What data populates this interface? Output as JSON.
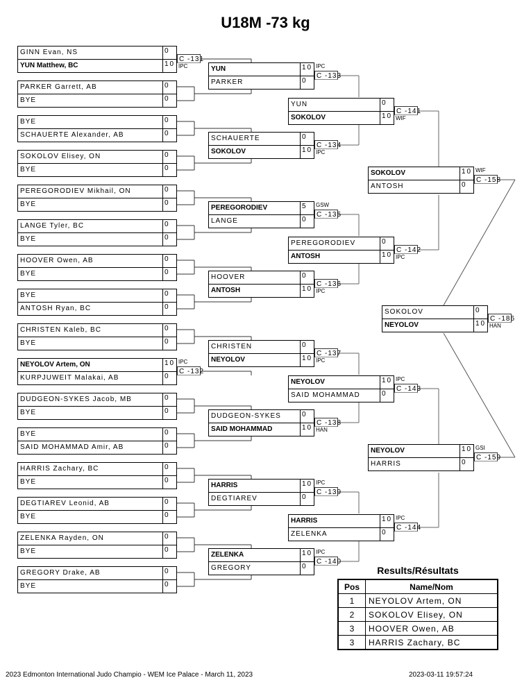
{
  "title": "U18M -73 kg",
  "round1": [
    {
      "top": {
        "name": "GINN Evan, NS",
        "score": "0",
        "winner": false
      },
      "bottom": {
        "name": "YUN Matthew, BC",
        "score": "10",
        "winner": true
      },
      "contest": "C -131",
      "code": "IPC"
    },
    {
      "top": {
        "name": "PARKER Garrett, AB",
        "score": "0",
        "winner": false
      },
      "bottom": {
        "name": "BYE",
        "score": "0",
        "winner": false
      }
    },
    {
      "top": {
        "name": "BYE",
        "score": "0",
        "winner": false
      },
      "bottom": {
        "name": "SCHAUERTE Alexander, AB",
        "score": "0",
        "winner": false
      }
    },
    {
      "top": {
        "name": "SOKOLOV Elisey, ON",
        "score": "0",
        "winner": false
      },
      "bottom": {
        "name": "BYE",
        "score": "0",
        "winner": false
      }
    },
    {
      "top": {
        "name": "PEREGORODIEV Mikhail, ON",
        "score": "0",
        "winner": false
      },
      "bottom": {
        "name": "BYE",
        "score": "0",
        "winner": false
      }
    },
    {
      "top": {
        "name": "LANGE Tyler, BC",
        "score": "0",
        "winner": false
      },
      "bottom": {
        "name": "BYE",
        "score": "0",
        "winner": false
      }
    },
    {
      "top": {
        "name": "HOOVER Owen, AB",
        "score": "0",
        "winner": false
      },
      "bottom": {
        "name": "BYE",
        "score": "0",
        "winner": false
      }
    },
    {
      "top": {
        "name": "BYE",
        "score": "0",
        "winner": false
      },
      "bottom": {
        "name": "ANTOSH Ryan, BC",
        "score": "0",
        "winner": false
      }
    },
    {
      "top": {
        "name": "CHRISTEN Kaleb, BC",
        "score": "0",
        "winner": false
      },
      "bottom": {
        "name": "BYE",
        "score": "0",
        "winner": false
      }
    },
    {
      "top": {
        "name": "NEYOLOV Artem, ON",
        "score": "10",
        "winner": true
      },
      "bottom": {
        "name": "KURPJUWEIT Malakai, AB",
        "score": "0",
        "winner": false
      },
      "contest": "C -132",
      "code": "IPC"
    },
    {
      "top": {
        "name": "DUDGEON-SYKES Jacob, MB",
        "score": "0",
        "winner": false
      },
      "bottom": {
        "name": "BYE",
        "score": "0",
        "winner": false
      }
    },
    {
      "top": {
        "name": "BYE",
        "score": "0",
        "winner": false
      },
      "bottom": {
        "name": "SAID MOHAMMAD Amir, AB",
        "score": "0",
        "winner": false
      }
    },
    {
      "top": {
        "name": "HARRIS Zachary, BC",
        "score": "0",
        "winner": false
      },
      "bottom": {
        "name": "BYE",
        "score": "0",
        "winner": false
      }
    },
    {
      "top": {
        "name": "DEGTIAREV Leonid, AB",
        "score": "0",
        "winner": false
      },
      "bottom": {
        "name": "BYE",
        "score": "0",
        "winner": false
      }
    },
    {
      "top": {
        "name": "ZELENKA Rayden, ON",
        "score": "0",
        "winner": false
      },
      "bottom": {
        "name": "BYE",
        "score": "0",
        "winner": false
      }
    },
    {
      "top": {
        "name": "GREGORY Drake, AB",
        "score": "0",
        "winner": false
      },
      "bottom": {
        "name": "BYE",
        "score": "0",
        "winner": false
      }
    }
  ],
  "round2": [
    {
      "top": {
        "name": "YUN",
        "score": "10",
        "winner": true
      },
      "bottom": {
        "name": "PARKER",
        "score": "0",
        "winner": false
      },
      "contest": "C -133",
      "code": "IPC"
    },
    {
      "top": {
        "name": "SCHAUERTE",
        "score": "0",
        "winner": false
      },
      "bottom": {
        "name": "SOKOLOV",
        "score": "10",
        "winner": true
      },
      "contest": "C -134",
      "code": "IPC"
    },
    {
      "top": {
        "name": "PEREGORODIEV",
        "score": "5",
        "winner": true
      },
      "bottom": {
        "name": "LANGE",
        "score": "0",
        "winner": false
      },
      "contest": "C -135",
      "code": "GSW"
    },
    {
      "top": {
        "name": "HOOVER",
        "score": "0",
        "winner": false
      },
      "bottom": {
        "name": "ANTOSH",
        "score": "10",
        "winner": true
      },
      "contest": "C -136",
      "code": "IPC"
    },
    {
      "top": {
        "name": "CHRISTEN",
        "score": "0",
        "winner": false
      },
      "bottom": {
        "name": "NEYOLOV",
        "score": "10",
        "winner": true
      },
      "contest": "C -137",
      "code": "IPC"
    },
    {
      "top": {
        "name": "DUDGEON-SYKES",
        "score": "0",
        "winner": false
      },
      "bottom": {
        "name": "SAID MOHAMMAD",
        "score": "10",
        "winner": true
      },
      "contest": "C -138",
      "code": "HAN"
    },
    {
      "top": {
        "name": "HARRIS",
        "score": "10",
        "winner": true
      },
      "bottom": {
        "name": "DEGTIAREV",
        "score": "0",
        "winner": false
      },
      "contest": "C -139",
      "code": "IPC"
    },
    {
      "top": {
        "name": "ZELENKA",
        "score": "10",
        "winner": true
      },
      "bottom": {
        "name": "GREGORY",
        "score": "0",
        "winner": false
      },
      "contest": "C -140",
      "code": "IPC"
    }
  ],
  "round3": [
    {
      "top": {
        "name": "YUN",
        "score": "0",
        "winner": false
      },
      "bottom": {
        "name": "SOKOLOV",
        "score": "10",
        "winner": true
      },
      "contest": "C -141",
      "code": "WIF"
    },
    {
      "top": {
        "name": "PEREGORODIEV",
        "score": "0",
        "winner": false
      },
      "bottom": {
        "name": "ANTOSH",
        "score": "10",
        "winner": true
      },
      "contest": "C -142",
      "code": "IPC"
    },
    {
      "top": {
        "name": "NEYOLOV",
        "score": "10",
        "winner": true
      },
      "bottom": {
        "name": "SAID MOHAMMAD",
        "score": "0",
        "winner": false
      },
      "contest": "C -143",
      "code": "IPC"
    },
    {
      "top": {
        "name": "HARRIS",
        "score": "10",
        "winner": true
      },
      "bottom": {
        "name": "ZELENKA",
        "score": "0",
        "winner": false
      },
      "contest": "C -144",
      "code": "IPC"
    }
  ],
  "semifinals": [
    {
      "top": {
        "name": "SOKOLOV",
        "score": "10",
        "winner": true
      },
      "bottom": {
        "name": "ANTOSH",
        "score": "0",
        "winner": false
      },
      "contest": "C -158",
      "code": "WIF"
    },
    {
      "top": {
        "name": "NEYOLOV",
        "score": "10",
        "winner": true
      },
      "bottom": {
        "name": "HARRIS",
        "score": "0",
        "winner": false
      },
      "contest": "C -159",
      "code": "GSI"
    }
  ],
  "final": {
    "top": {
      "name": "SOKOLOV",
      "score": "0",
      "winner": false
    },
    "bottom": {
      "name": "NEYOLOV",
      "score": "10",
      "winner": true
    },
    "contest": "C -186",
    "code": "HAN"
  },
  "results": {
    "title": "Results/Résultats",
    "headers": {
      "pos": "Pos",
      "name": "Name/Nom"
    },
    "rows": [
      {
        "pos": "1",
        "name": "NEYOLOV Artem, ON"
      },
      {
        "pos": "2",
        "name": "SOKOLOV Elisey, ON"
      },
      {
        "pos": "3",
        "name": "HOOVER Owen, AB"
      },
      {
        "pos": "3",
        "name": "HARRIS Zachary, BC"
      }
    ]
  },
  "footer": {
    "event": "2023 Edmonton International Judo Champio - WEM Ice Palace - March 11, 2023",
    "printed": "2023-03-11 19:57:24"
  }
}
